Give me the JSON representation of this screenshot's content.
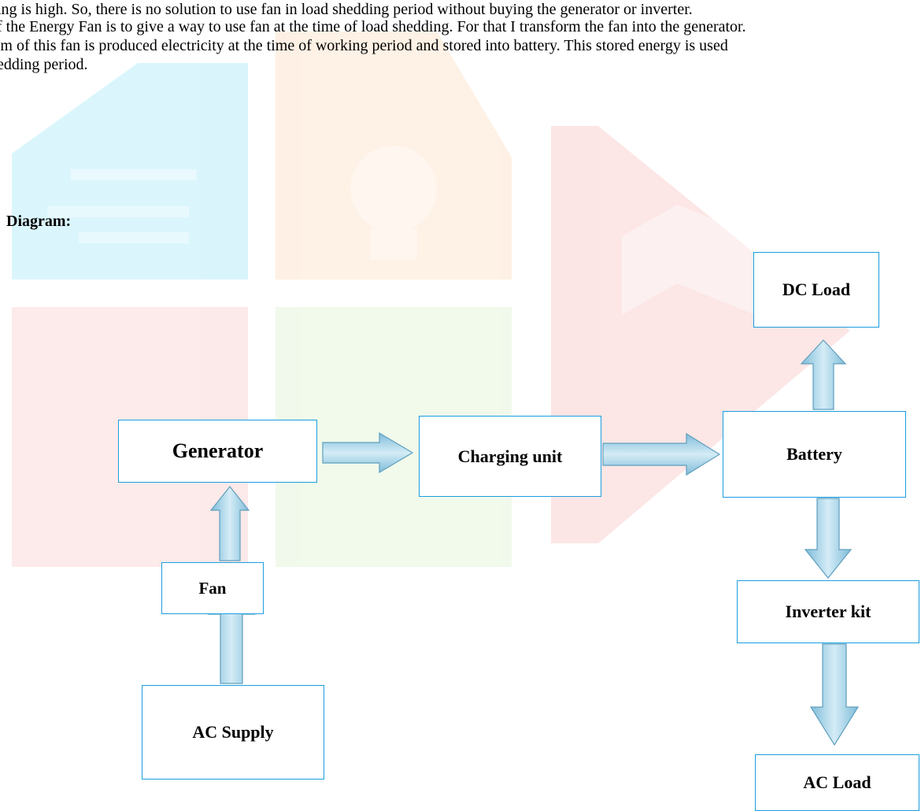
{
  "paragraph": {
    "line1": "ding is high. So, there is no solution to use fan in load shedding period without buying the generator or inverter.",
    "line2": " of the Energy Fan is to give a way to use fan at the time of load shedding. For that I transform the fan into the generator.",
    "line3": "aim of this fan is produced electricity at the time of working period and stored into battery. This stored energy is used",
    "line4": "hedding period."
  },
  "diagram": {
    "heading": "Diagram:",
    "blocks": {
      "generator": "Generator",
      "fan": "Fan",
      "ac_supply": "AC Supply",
      "charging_unit": "Charging unit",
      "battery": "Battery",
      "dc_load": "DC Load",
      "inverter_kit": "Inverter kit",
      "ac_load": "AC Load"
    }
  },
  "colors": {
    "box_border": "#1b9de0",
    "arrow_fill": "#a8d4e8",
    "arrow_stroke": "#5f9fbe"
  }
}
